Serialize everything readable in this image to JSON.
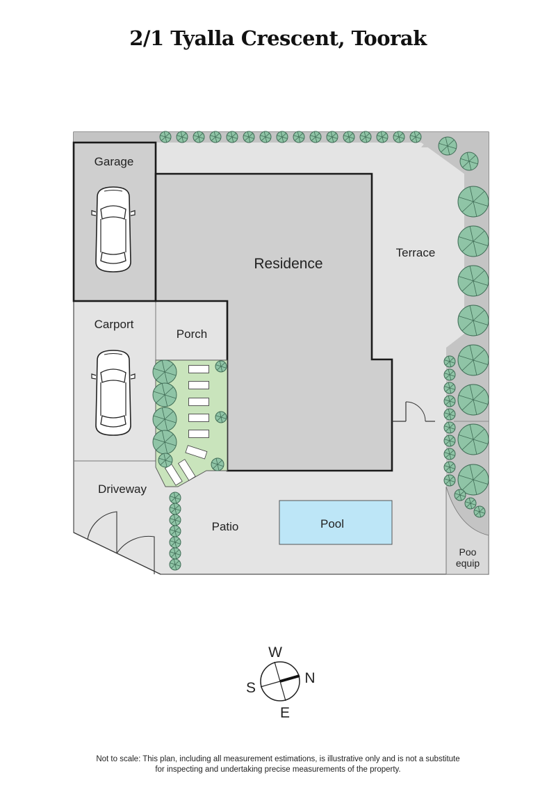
{
  "title": "2/1 Tyalla Crescent, Toorak",
  "rooms": {
    "garage": "Garage",
    "residence": "Residence",
    "terrace": "Terrace",
    "carport": "Carport",
    "porch": "Porch",
    "driveway": "Driveway",
    "patio": "Patio",
    "pool": "Pool",
    "pool_equip_line1": "Poo",
    "pool_equip_line2": "equip"
  },
  "compass": {
    "top": "W",
    "right": "N",
    "bottom": "E",
    "left": "S"
  },
  "disclaimer": {
    "line1": "Not to scale: This plan, including all measurement estimations, is illustrative only and is not a substitute",
    "line2": "for inspecting and undertaking precise measurements of the property."
  },
  "colors": {
    "outdoor": "#e4e4e4",
    "building": "#cfcfcf",
    "garden_border": "#c4c4c4",
    "planter": "#c9e4bc",
    "shrub": "#8fc4a6",
    "pool": "#bde6f7",
    "wall": "#1a1a1a"
  }
}
